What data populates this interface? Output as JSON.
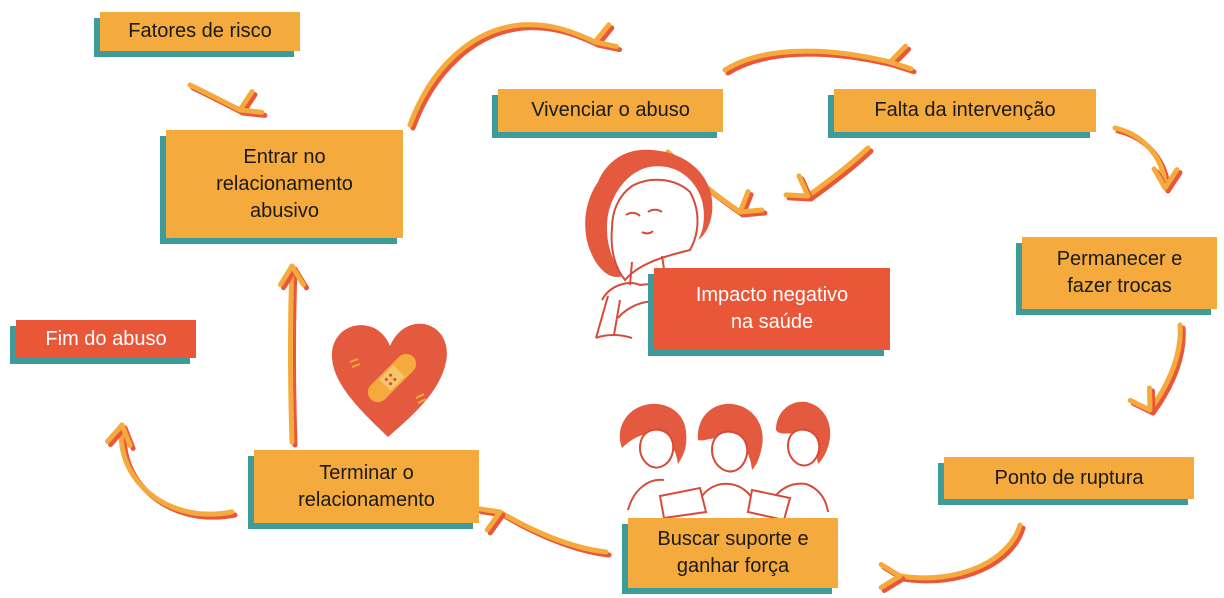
{
  "colors": {
    "orange_box": "#f4aa3c",
    "red_box": "#ea5638",
    "teal_shadow": "#3d9c9a",
    "arrow_orange": "#f4aa3c",
    "arrow_red": "#ea5638",
    "sketch_line": "#d64b3a"
  },
  "nodes": {
    "risk_factors": "Fatores de risco",
    "enter_relationship": "Entrar no\nrelacionamento\nabusivo",
    "experience_abuse": "Vivenciar o abuso",
    "lack_intervention": "Falta da intervenção",
    "health_impact": "Impacto negativo\nna saúde",
    "stay_trade": "Permanecer e\nfazer trocas",
    "breaking_point": "Ponto de ruptura",
    "seek_support": "Buscar suporte e\nganhar força",
    "end_relationship": "Terminar o\nrelacionamento",
    "end_abuse": "Fim do abuso"
  },
  "illustrations": [
    "woman-illustration",
    "heart-bandage-icon",
    "three-women-illustration"
  ]
}
